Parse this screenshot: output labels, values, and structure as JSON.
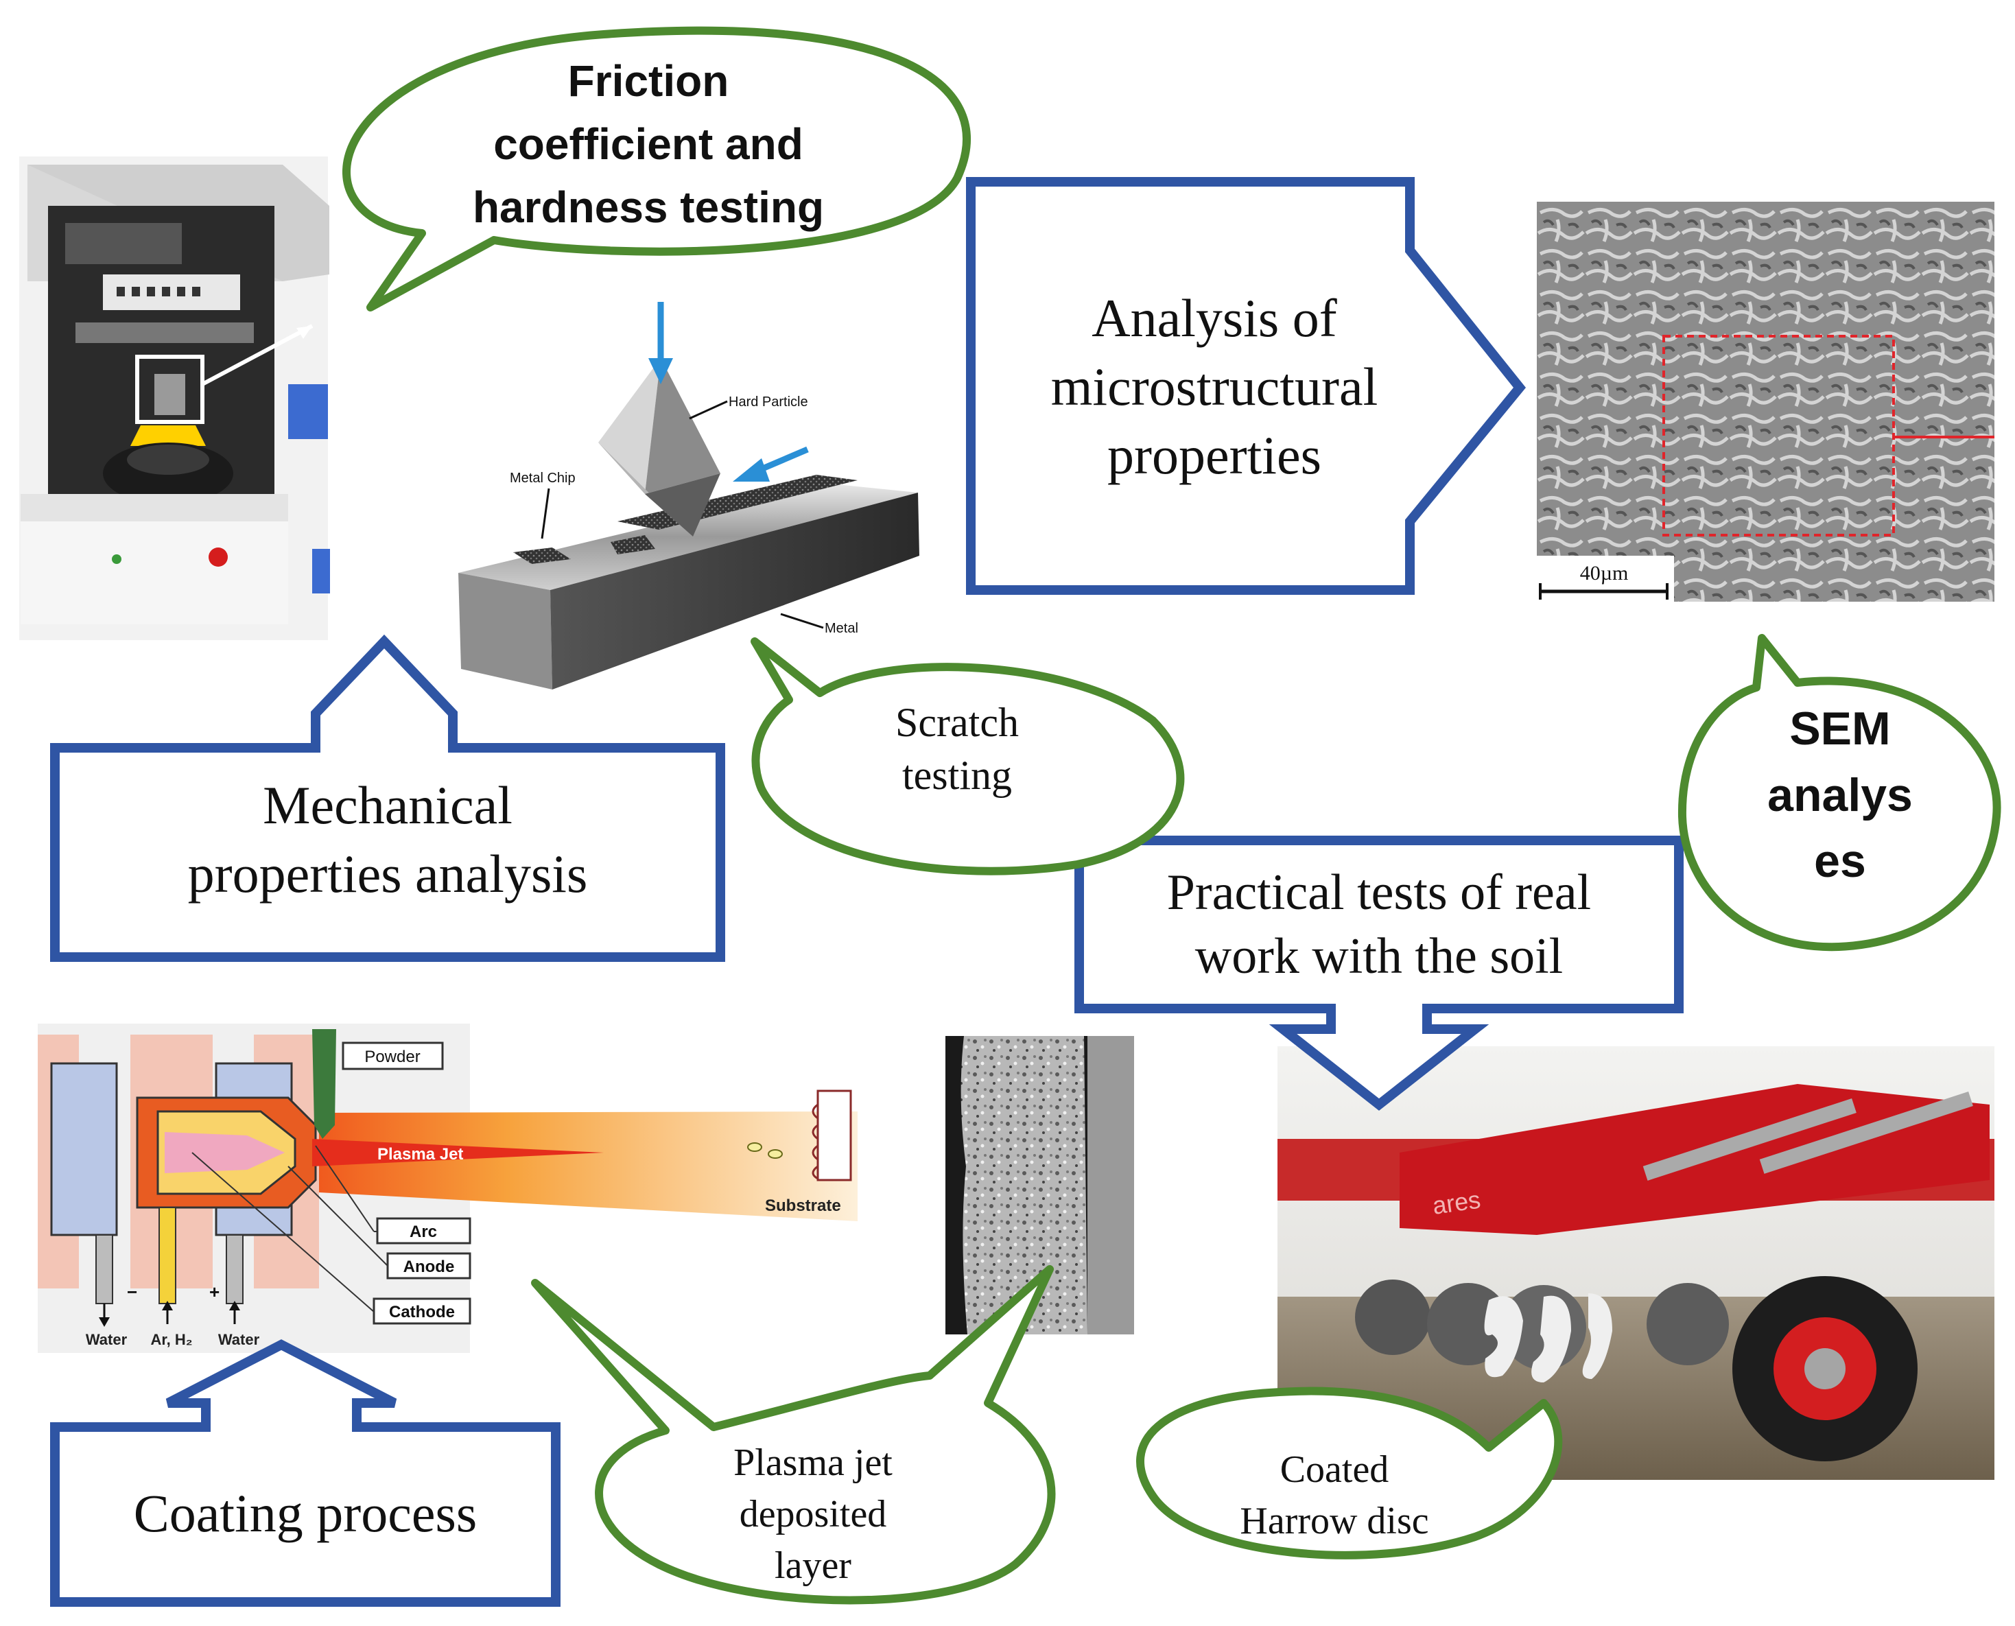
{
  "colors": {
    "box_stroke": "#2f55a4",
    "bubble_stroke": "#4d8a2f",
    "text": "#111111",
    "harrow_red": "#c8161d",
    "plasma_orange": "#f7a23c",
    "sem_grey": "#8a8a8a",
    "highlight_red": "#e0252b"
  },
  "boxes": {
    "mechanical": {
      "lines": [
        "Mechanical",
        "properties analysis"
      ]
    },
    "microstructural": {
      "lines": [
        "Analysis of",
        "microstructural",
        "properties"
      ]
    },
    "practical": {
      "lines": [
        "Practical tests of real",
        "work with the soil"
      ]
    },
    "coating": {
      "lines": [
        "Coating process"
      ]
    }
  },
  "bubbles": {
    "friction": {
      "lines": [
        "Friction",
        "coefficient and",
        "hardness testing"
      ]
    },
    "scratch": {
      "lines": [
        "Scratch",
        "testing"
      ]
    },
    "sem": {
      "lines": [
        "SEM",
        "analys",
        "es"
      ]
    },
    "plasma_layer": {
      "lines": [
        "Plasma jet",
        "deposited",
        "layer"
      ]
    },
    "harrow": {
      "lines": [
        "Coated",
        "Harrow disc"
      ]
    }
  },
  "images": {
    "scratch": {
      "hard_particle": "Hard Particle",
      "metal_chip": "Metal Chip",
      "metal": "Metal"
    },
    "plasma": {
      "powder": "Powder",
      "plasma_jet": "Plasma Jet",
      "substrate": "Substrate",
      "arc": "Arc",
      "anode": "Anode",
      "cathode": "Cathode",
      "water_left": "Water",
      "gas": "Ar, H₂",
      "water_right": "Water",
      "minus": "−",
      "plus": "+"
    },
    "sem": {
      "scale_bar": "40µm"
    },
    "harrow": {
      "brand": "ares"
    }
  }
}
